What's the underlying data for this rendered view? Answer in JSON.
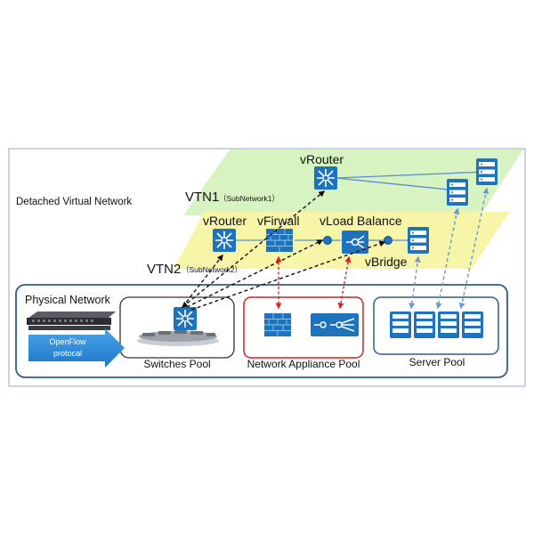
{
  "colors": {
    "frame": "#a9b4cf",
    "vtn1_fill": "#d8f3c2",
    "vtn2_fill": "#f7f5a8",
    "icon_blue": "#1e73be",
    "icon_dark": "#0d5596",
    "pool_border": "#2f5d8a",
    "appliance_border": "#d32020",
    "black_link": "#111111",
    "red_link": "#e02020",
    "blue_link": "#6a98d0",
    "vtn1_line": "#5a8fd0"
  },
  "labels": {
    "detached": "Detached Virtual Network",
    "vtn1": "VTN1",
    "vtn1_sub": "（SubNetwork1）",
    "vtn2": "VTN2",
    "vtn2_sub": "（SubNetwork2）",
    "vrouter_top": "vRouter",
    "vrouter": "vRouter",
    "vfirewall": "vFirwall",
    "vloadbalance": "vLoad Balance",
    "vbridge": "vBridge",
    "physical": "Physical Network",
    "openflow_line1": "OpenFlow",
    "openflow_line2": "protocal",
    "switches_pool": "Switches Pool",
    "appliance_pool": "Network Appliance Pool",
    "server_pool": "Server Pool"
  },
  "icons": {
    "vrouter": "router-icon",
    "firewall": "firewall-icon",
    "load_balancer": "load-balancer-icon",
    "server": "server-icon",
    "switch": "switch-hardware-icon",
    "arrow": "openflow-arrow-icon"
  }
}
